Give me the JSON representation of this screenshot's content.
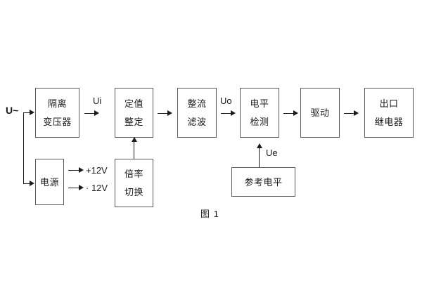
{
  "figure": {
    "caption": "图 1",
    "line_color": "#1a1a1a",
    "box_border_color": "#5a5a5a",
    "background": "#ffffff"
  },
  "input": {
    "source_label": "U~"
  },
  "blocks": [
    {
      "id": "isolation-transformer",
      "line1": "隔离",
      "line2": "变压器"
    },
    {
      "id": "power-supply",
      "line1": "电源",
      "line2": ""
    },
    {
      "id": "setpoint-setting",
      "line1": "定值",
      "line2": "整定"
    },
    {
      "id": "multiplier-switch",
      "line1": "倍率",
      "line2": "切换"
    },
    {
      "id": "rectify-filter",
      "line1": "整流",
      "line2": "滤波"
    },
    {
      "id": "level-detection",
      "line1": "电平",
      "line2": "检测"
    },
    {
      "id": "reference-level",
      "line1": "参考电平",
      "line2": ""
    },
    {
      "id": "driver",
      "line1": "驱动",
      "line2": ""
    },
    {
      "id": "output-relay",
      "line1": "出口",
      "line2": "继电器"
    }
  ],
  "signals": {
    "ui": "Ui",
    "uo": "Uo",
    "ue": "Ue",
    "rail_positive": "+12V",
    "rail_negative": "· 12V"
  }
}
